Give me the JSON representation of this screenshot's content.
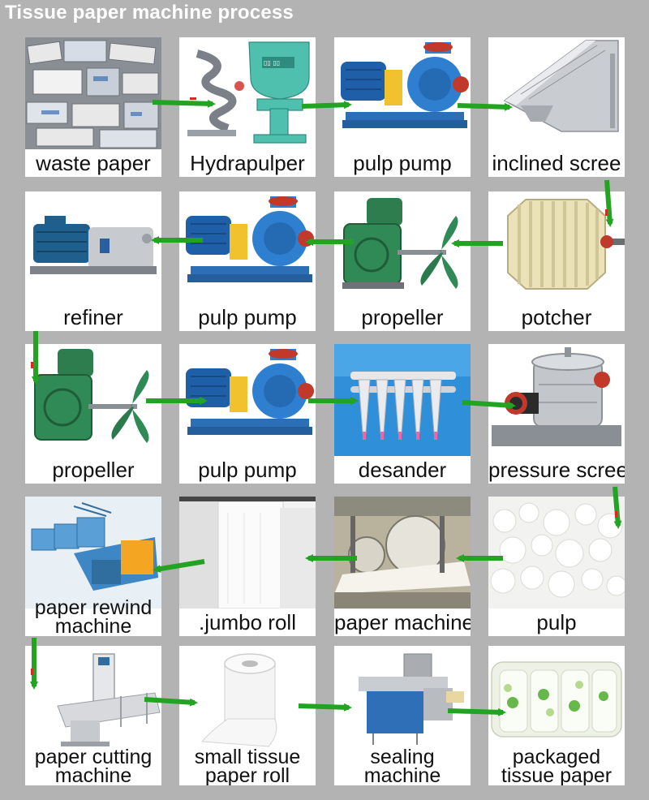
{
  "title": "Tissue paper machine process",
  "steps": [
    {
      "label": "waste paper"
    },
    {
      "label": "Hydrapulper"
    },
    {
      "label": "pulp pump"
    },
    {
      "label": "inclined scree"
    },
    {
      "label": "refiner"
    },
    {
      "label": "pulp pump"
    },
    {
      "label": "propeller"
    },
    {
      "label": "potcher"
    },
    {
      "label": "propeller"
    },
    {
      "label": "pulp pump"
    },
    {
      "label": "desander"
    },
    {
      "label": "pressure screen"
    },
    {
      "label": "paper rewind machine"
    },
    {
      "label": ".jumbo roll"
    },
    {
      "label": "paper machine"
    },
    {
      "label": "pulp"
    },
    {
      "label": "paper cutting machine"
    },
    {
      "label": "small tissue paper roll"
    },
    {
      "label": "sealing machine"
    },
    {
      "label": "packaged tissue paper"
    }
  ],
  "captions": {
    "rewind_l1": "paper rewind",
    "rewind_l2": "machine",
    "cutting_l1": "paper cutting",
    "cutting_l2": "machine",
    "tissue_l1": "small tissue",
    "tissue_l2": "paper roll",
    "sealing_l1": "sealing",
    "sealing_l2": "machine",
    "pack_l1": "packaged",
    "pack_l2": "tissue paper"
  },
  "colors": {
    "arrow": "#22a322",
    "arrow_tip": "#d62a1e",
    "background": "#b3b3b3"
  }
}
